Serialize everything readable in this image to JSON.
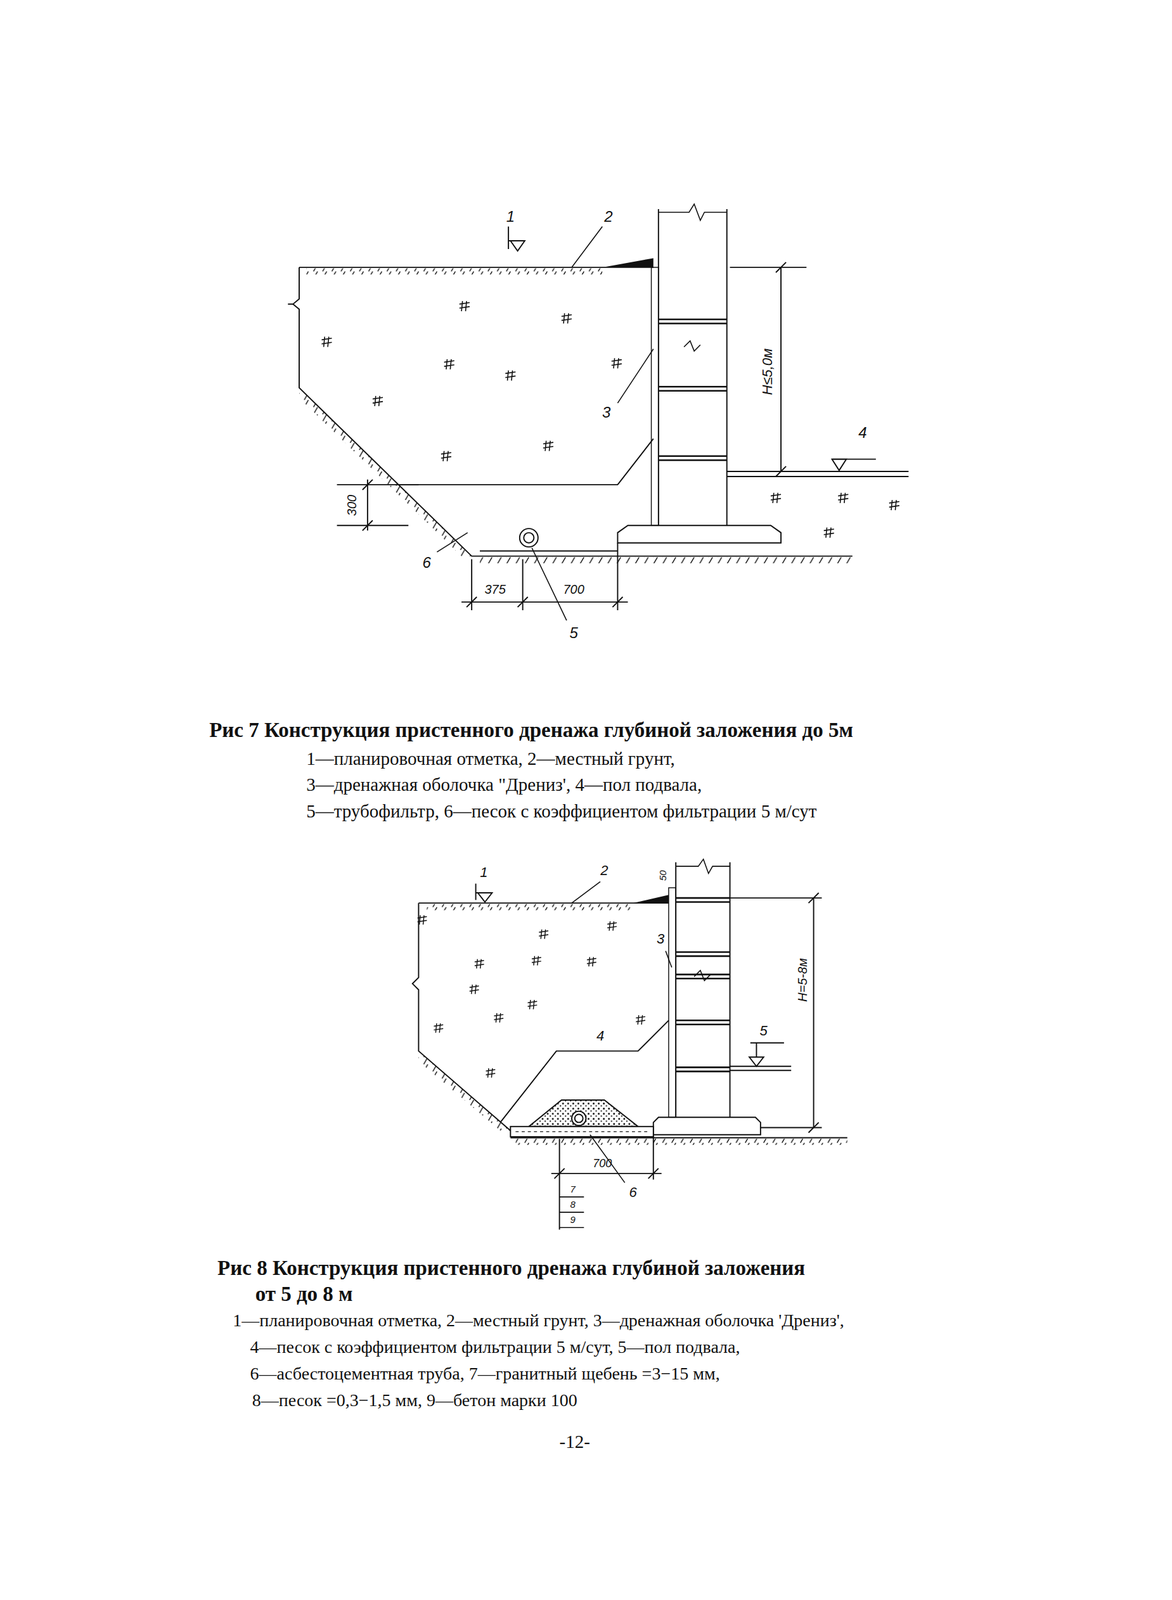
{
  "diagram": {
    "labels": [
      "1",
      "2",
      "3",
      "4",
      "5",
      "6",
      "H≤5,0м",
      "300",
      "375",
      "700",
      "Рис 7 Конструкция пристенного дренажа глубиной заложения до 5м",
      "1—планировочная отметка, 2—местный грунт,",
      "3—дренажная оболочка \"Дрениз', 4—пол подвала,",
      "5—трубофильтр, 6—песок с коэффициентом фильтрации 5 м/сут",
      "1",
      "2",
      "50",
      "3",
      "4",
      "5",
      "H=5-8м",
      "700",
      "6",
      "7",
      "8",
      "9",
      "Рис 8 Конструкция пристенного дренажа глубиной заложения от 5 до 8 м",
      "1—планировочная отметка, 2—местный грунт, 3—дренажная оболочка 'Дрениз',",
      "4—песок с коэффициентом фильтрации 5 м/сут, 5—пол подвала,",
      "6—асбестоцементная труба, 7—гранитный щебень =3−15 мм,",
      "8—песок =0,3−1,5 мм, 9—бетон марки 100",
      "-12-"
    ]
  }
}
